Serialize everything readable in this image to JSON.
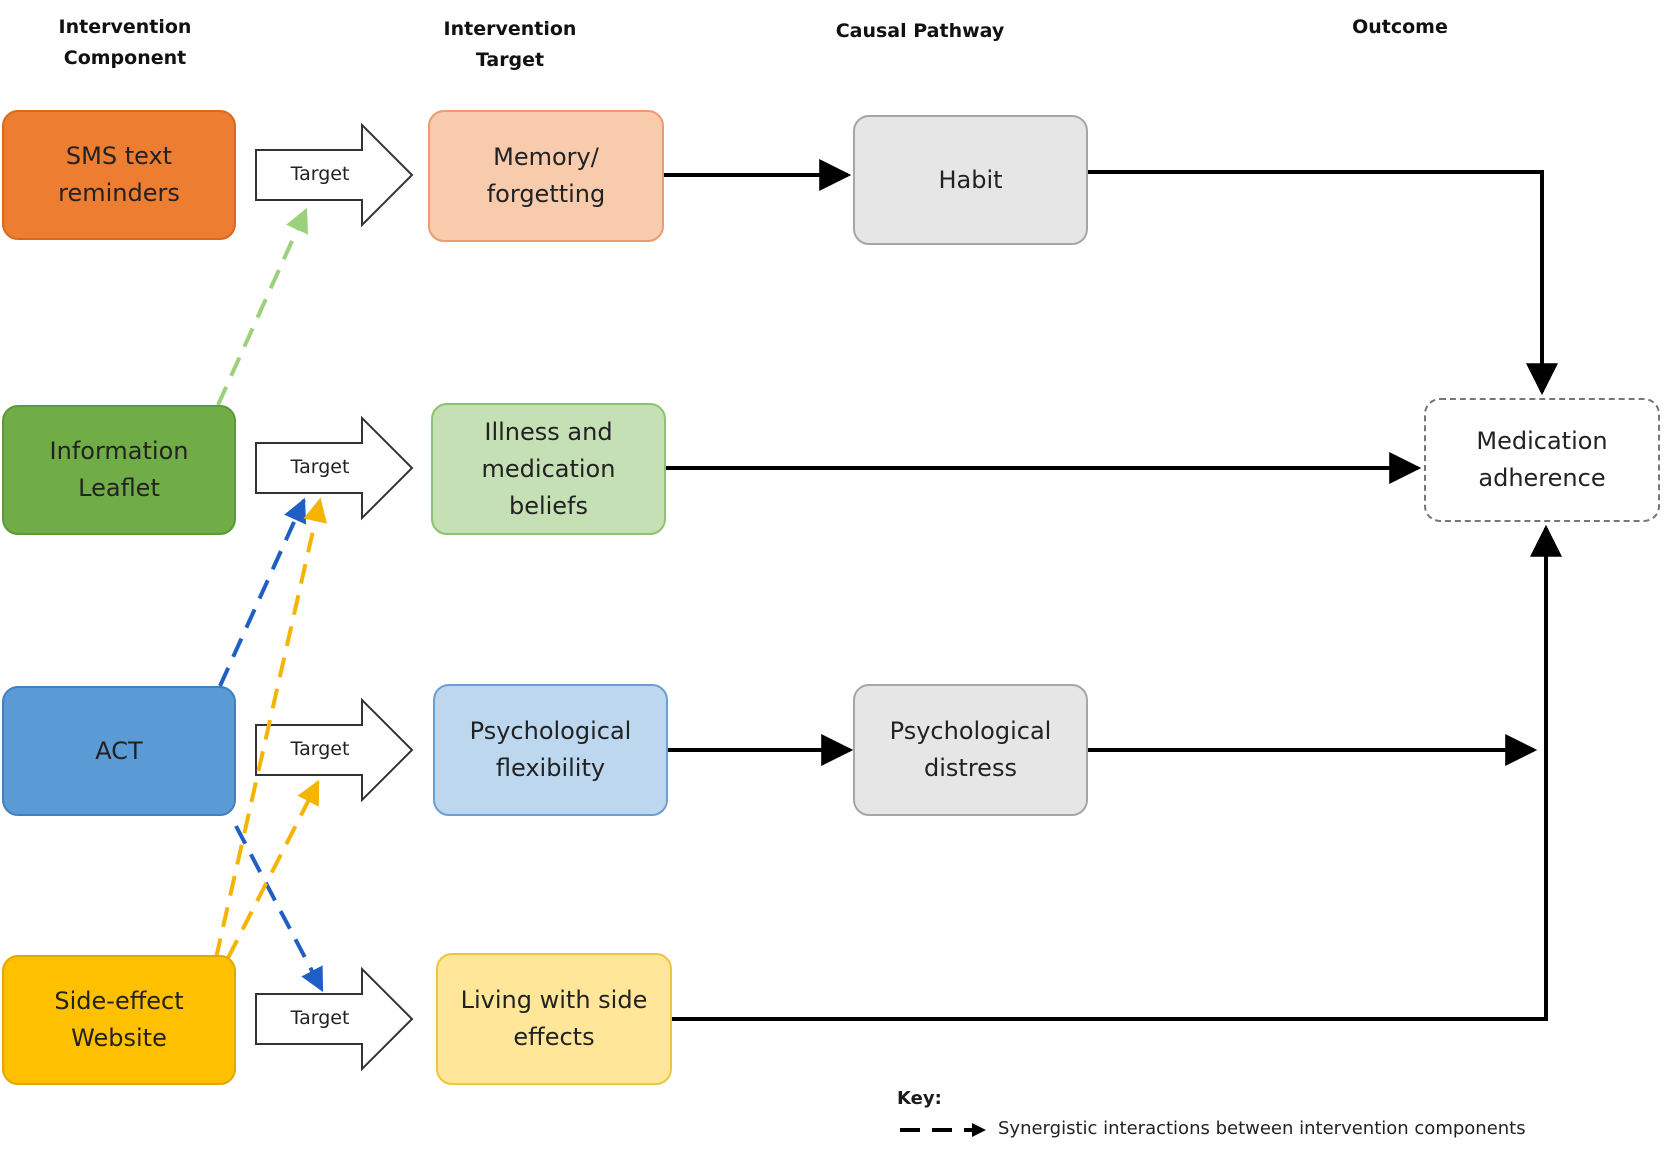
{
  "headers": {
    "component": "Intervention\nComponent",
    "target": "Intervention\nTarget",
    "pathway": "Causal Pathway",
    "outcome": "Outcome"
  },
  "components": [
    {
      "label": "SMS text\nreminders",
      "fill": "#ed7d31",
      "border": "#d86a20"
    },
    {
      "label": "Information\nLeaflet",
      "fill": "#70ad47",
      "border": "#5b9a35"
    },
    {
      "label": "ACT",
      "fill": "#5b9bd5",
      "border": "#3f80bd"
    },
    {
      "label": "Side-effect\nWebsite",
      "fill": "#ffc000",
      "border": "#e0a800"
    }
  ],
  "target_arrow_label": "Target",
  "targets": [
    {
      "label": "Memory/\nforgetting",
      "fill": "#f8cbad",
      "border": "#ed9b6e"
    },
    {
      "label": "Illness and\nmedication\nbeliefs",
      "fill": "#c5e0b4",
      "border": "#8fc26f"
    },
    {
      "label": "Psychological\nflexibility",
      "fill": "#bdd7ee",
      "border": "#6b9fd4"
    },
    {
      "label": "Living with side\neffects",
      "fill": "#ffe699",
      "border": "#f0c43c"
    }
  ],
  "pathways": [
    {
      "label": "Habit",
      "fill": "#e7e6e6",
      "border": "#a6a6a6"
    },
    {
      "label": "Psychological\ndistress",
      "fill": "#e7e6e6",
      "border": "#a6a6a6"
    }
  ],
  "outcome": {
    "label": "Medication\nadherence"
  },
  "key": {
    "title": "Key:",
    "description": "Synergistic interactions between intervention components"
  },
  "colors": {
    "green_dash": "#9bd17c",
    "blue_dash": "#1f5fc4",
    "orange_dash": "#f5b400",
    "solid": "#000000"
  }
}
